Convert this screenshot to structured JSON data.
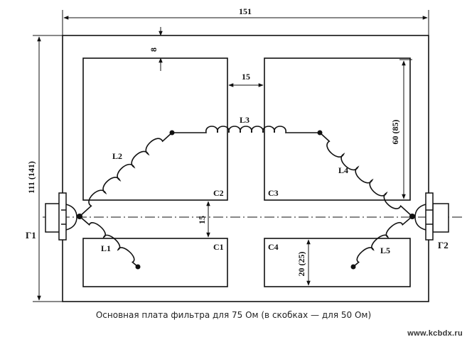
{
  "dimensions": {
    "width": "151",
    "height": "111 (141)",
    "margin_top": "8",
    "gap_horizontal": "15",
    "gap_vertical": "15",
    "cap_height": "60 (85)",
    "small_cap_height": "20 (25)"
  },
  "plates": {
    "c1": "C1",
    "c2": "C2",
    "c3": "C3",
    "c4": "C4"
  },
  "inductors": {
    "l1": "L1",
    "l2": "L2",
    "l3": "L3",
    "l4": "L4",
    "l5": "L5"
  },
  "connectors": {
    "g1": "Г1",
    "g2": "Г2"
  },
  "caption": "Основная плата фильтра для 75 Ом (в скобках — для 50 Ом)",
  "watermark": "www.kcbdx.ru",
  "colors": {
    "ink": "#111111",
    "paper": "#ffffff"
  }
}
